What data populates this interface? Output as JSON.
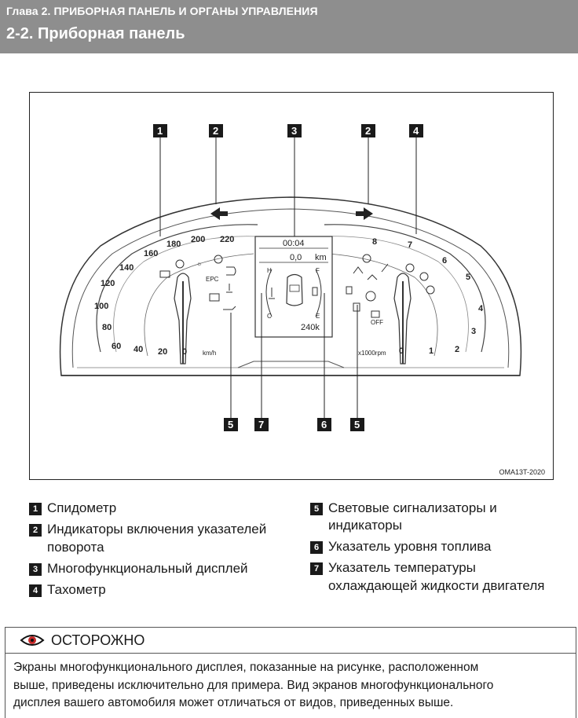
{
  "header": {
    "chapter": "Глава 2. ПРИБОРНАЯ ПАНЕЛЬ И ОРГАНЫ УПРАВЛЕНИЯ",
    "section": "2-2. Приборная панель"
  },
  "figure": {
    "code": "OMA13T-2020",
    "callouts": {
      "c1": "1",
      "c2a": "2",
      "c3": "3",
      "c2b": "2",
      "c4": "4",
      "c5a": "5",
      "c7": "7",
      "c6": "6",
      "c5b": "5"
    },
    "speed_ticks": [
      "20",
      "40",
      "60",
      "80",
      "100",
      "120",
      "140",
      "160",
      "180",
      "200",
      "220"
    ],
    "speed_zero": "0",
    "speed_unit": "km/h",
    "rpm_ticks": [
      "1",
      "2",
      "3",
      "4",
      "5",
      "6",
      "7",
      "8"
    ],
    "rpm_zero": "0",
    "rpm_unit": "x1000rpm",
    "display": {
      "time": "00:04",
      "trip": "0,0",
      "trip_unit": "km",
      "odo": "240k",
      "temp_high": "H",
      "temp_low": "C",
      "fuel_full": "F",
      "fuel_empty": "E"
    },
    "epc_label": "EPC",
    "off_label": "OFF"
  },
  "legend": {
    "left": [
      {
        "num": "1",
        "text": "Спидометр"
      },
      {
        "num": "2",
        "text": "Индикаторы включения указателей",
        "text2": "поворота"
      },
      {
        "num": "3",
        "text": "Многофункциональный дисплей"
      },
      {
        "num": "4",
        "text": "Тахометр"
      }
    ],
    "right": [
      {
        "num": "5",
        "text": "Световые сигнализаторы и",
        "text2": "индикаторы"
      },
      {
        "num": "6",
        "text": "Указатель уровня топлива"
      },
      {
        "num": "7",
        "text": "Указатель температуры",
        "text2": "охлаждающей жидкости двигателя"
      }
    ]
  },
  "caution": {
    "title": "ОСТОРОЖНО",
    "line1": "Экраны многофункционального дисплея, показанные на рисунке, расположенном",
    "line2": "выше, приведены исключительно для примера. Вид экранов многофункционального",
    "line3": "дисплея вашего автомобиля может отличаться от видов, приведенных выше."
  }
}
